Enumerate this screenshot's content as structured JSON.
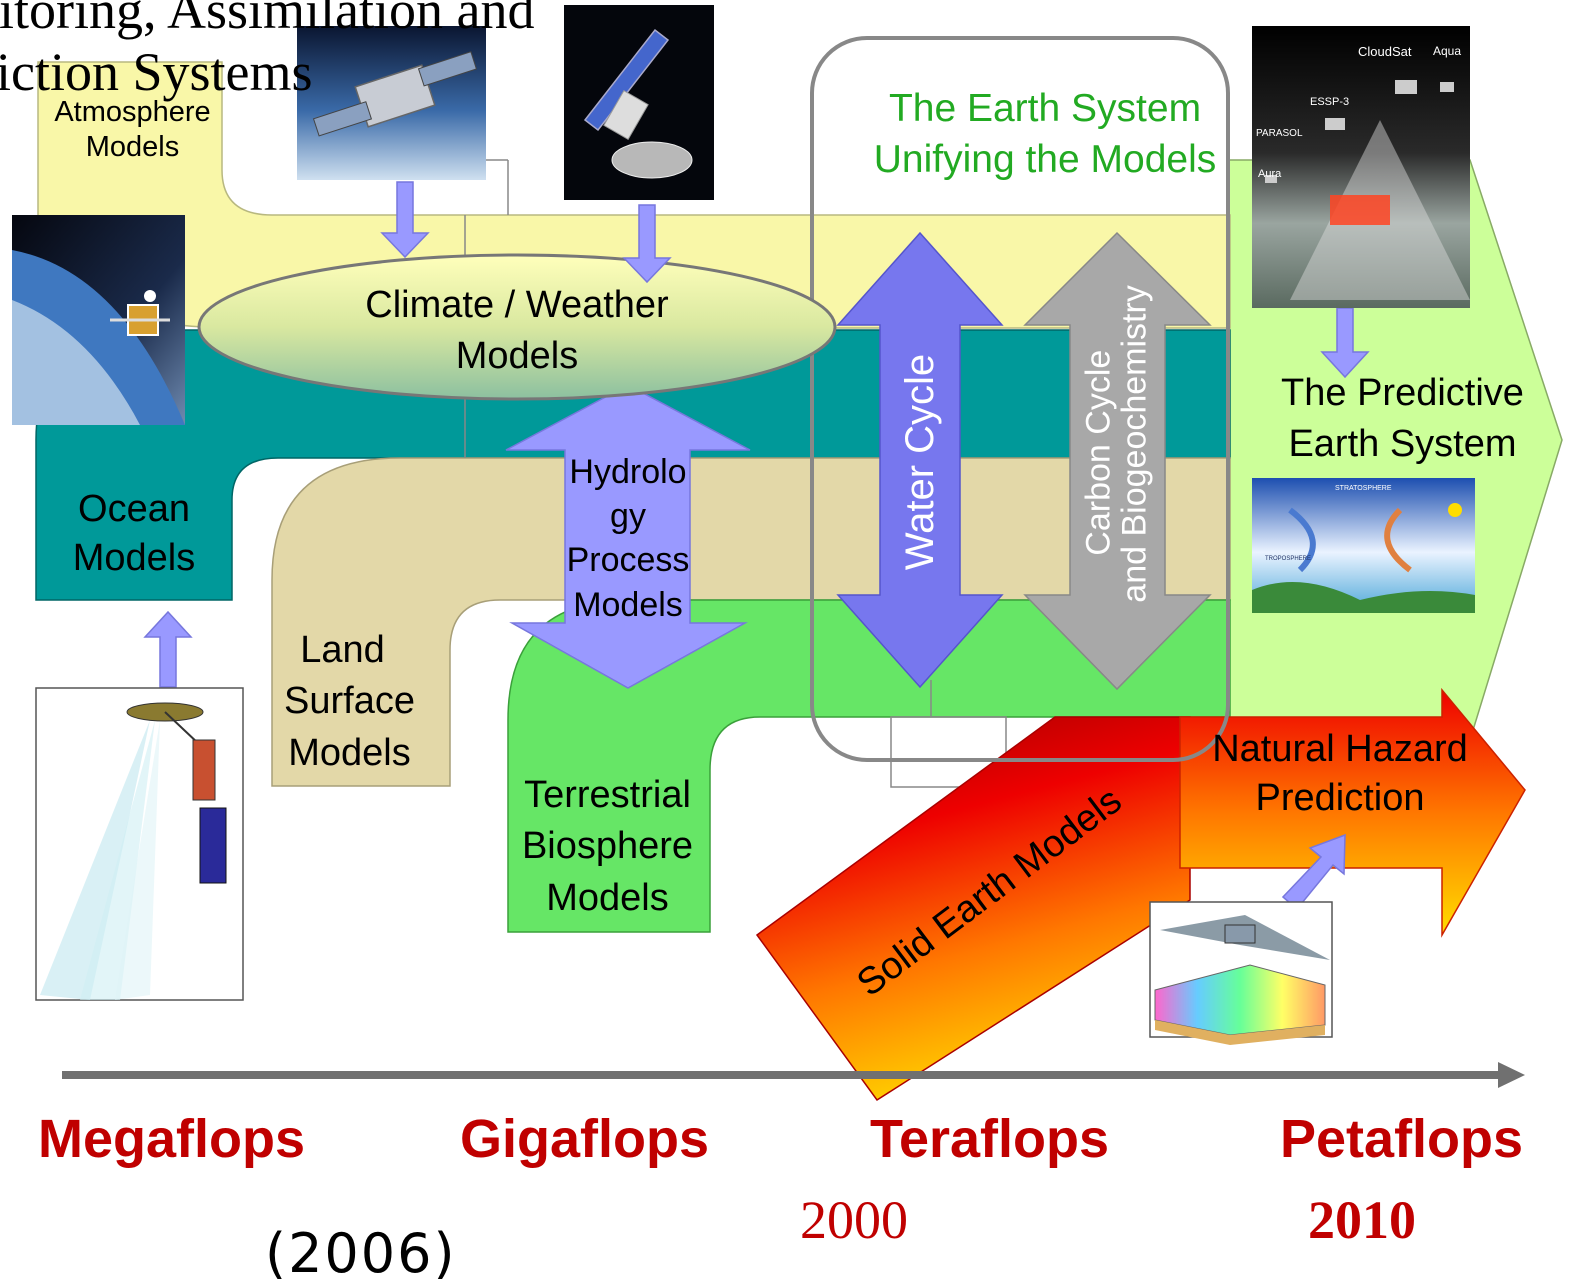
{
  "header": {
    "title_line1": "nitoring, Assimilation and",
    "title_line2": "iction Systems"
  },
  "streams": {
    "atmosphere": "Atmosphere Models",
    "atmosphere_l1": "Atmosphere",
    "atmosphere_l2": "Models",
    "ocean_l1": "Ocean",
    "ocean_l2": "Models",
    "land_l1": "Land",
    "land_l2": "Surface",
    "land_l3": "Models",
    "biosphere_l1": "Terrestrial",
    "biosphere_l2": "Biosphere",
    "biosphere_l3": "Models",
    "solid_earth": "Solid Earth Models",
    "hazard_l1": "Natural Hazard",
    "hazard_l2": "Prediction"
  },
  "hubs": {
    "climate_l1": "Climate / Weather",
    "climate_l2": "Models",
    "hydro_l1": "Hydrolo",
    "hydro_l2": "gy",
    "hydro_l3": "Process",
    "hydro_l4": "Models"
  },
  "earth_system": {
    "title_l1": "The Earth System",
    "title_l2": "Unifying the Models",
    "water_cycle": "Water Cycle",
    "carbon_l1": "Carbon Cycle",
    "carbon_l2": "and Biogeochemistry"
  },
  "predictive": {
    "l1": "The Predictive",
    "l2": "Earth System"
  },
  "photo_labels": {
    "cloudsat": "CloudSat",
    "aqua": "Aqua",
    "essp3": "ESSP-3",
    "parasol": "PARASOL",
    "aura": "Aura",
    "stratosphere": "STRATOSPHERE",
    "troposphere": "TROPOSPHERE"
  },
  "axis": {
    "megaflops": "Megaflops",
    "gigaflops": "Gigaflops",
    "teraflops": "Teraflops",
    "petaflops": "Petaflops",
    "year_2000": "2000",
    "year_2010": "2010",
    "footer_fragment": "(2006)"
  },
  "colors": {
    "atmosphere": "#f9f7a8",
    "ocean": "#009999",
    "land": "#e3d8a8",
    "biosphere": "#66e666",
    "predictive": "#ccff99",
    "arrow_blue": "#9999ff",
    "water_cycle": "#7777ee",
    "carbon": "#a8a8a8",
    "earth_system_title": "#22aa22",
    "flops_red": "#c00000"
  }
}
